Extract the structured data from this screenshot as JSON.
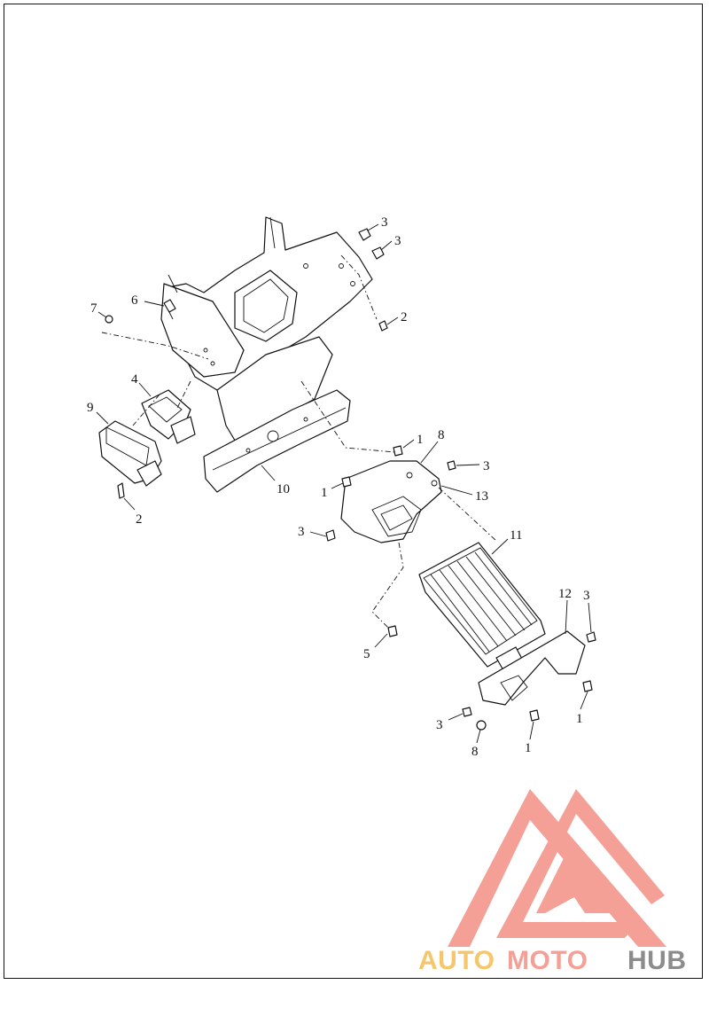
{
  "callouts": [
    {
      "id": "c3a",
      "label": "3"
    },
    {
      "id": "c3b",
      "label": "3"
    },
    {
      "id": "c2a",
      "label": "2"
    },
    {
      "id": "c6",
      "label": "6"
    },
    {
      "id": "c7",
      "label": "7"
    },
    {
      "id": "c4",
      "label": "4"
    },
    {
      "id": "c9",
      "label": "9"
    },
    {
      "id": "c2b",
      "label": "2"
    },
    {
      "id": "c10",
      "label": "10"
    },
    {
      "id": "c1a",
      "label": "1"
    },
    {
      "id": "c8a",
      "label": "8"
    },
    {
      "id": "c3c",
      "label": "3"
    },
    {
      "id": "c1b",
      "label": "1"
    },
    {
      "id": "c13",
      "label": "13"
    },
    {
      "id": "c3d",
      "label": "3"
    },
    {
      "id": "c11",
      "label": "11"
    },
    {
      "id": "c12",
      "label": "12"
    },
    {
      "id": "c3e",
      "label": "3"
    },
    {
      "id": "c5",
      "label": "5"
    },
    {
      "id": "c1c",
      "label": "1"
    },
    {
      "id": "c3f",
      "label": "3"
    },
    {
      "id": "c8b",
      "label": "8"
    },
    {
      "id": "c1d",
      "label": "1"
    }
  ],
  "watermark": {
    "part1": "AUTO",
    "part2": "MOTO",
    "part3": "HUB",
    "colors": {
      "auto": "#f6c66a",
      "moto": "#f4a097",
      "hub": "#8c8c8c",
      "triangle": "#f4a097"
    }
  }
}
